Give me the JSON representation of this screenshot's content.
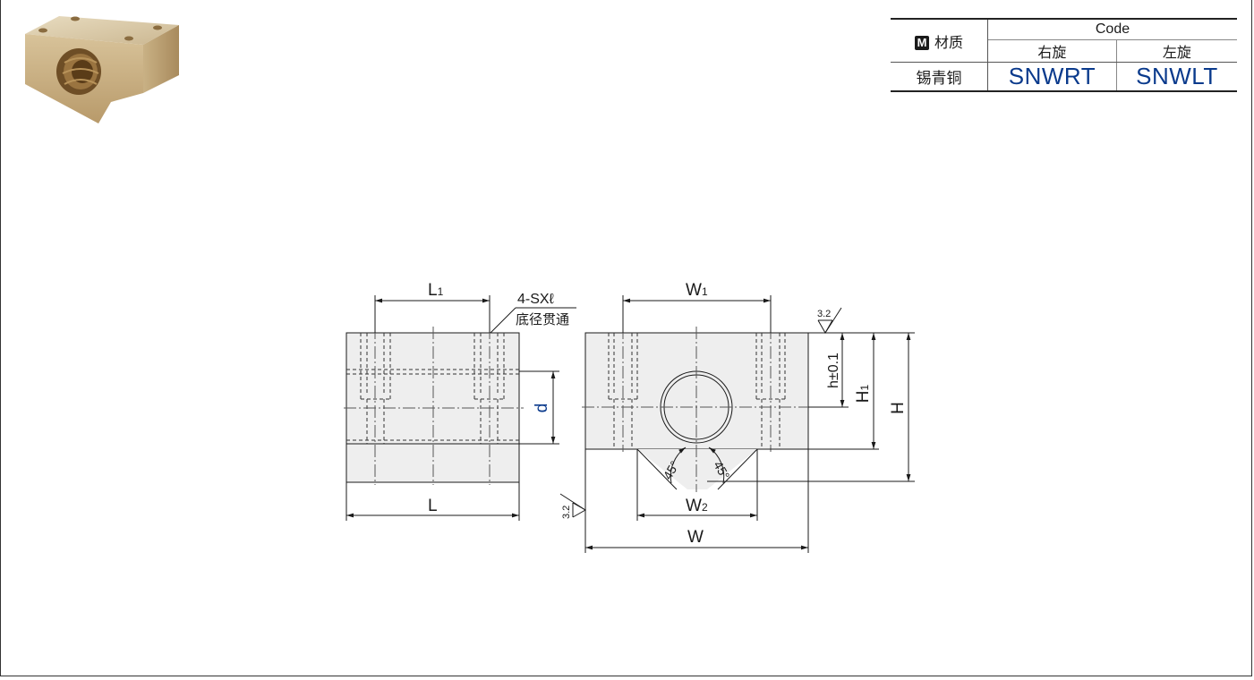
{
  "table": {
    "material_header": "材质",
    "material_badge": "M",
    "code_header": "Code",
    "right_hand": "右旋",
    "left_hand": "左旋",
    "material": "锡青铜",
    "code_right": "SNWRT",
    "code_left": "SNWLT"
  },
  "drawing": {
    "L1": "L",
    "L1_sub": "1",
    "L": "L",
    "hole_note": "4-SXℓ",
    "hole_note2": "底径贯通",
    "d": "d",
    "W1": "W",
    "W1_sub": "1",
    "W2": "W",
    "W2_sub": "2",
    "W": "W",
    "h": "h±0.1",
    "H1": "H",
    "H1_sub": "1",
    "H": "H",
    "angle": "45°",
    "roughness": "3.2"
  },
  "colors": {
    "accent": "#0a3a8c",
    "part_fill": "#eeeeee",
    "line": "#1a1a1a"
  }
}
